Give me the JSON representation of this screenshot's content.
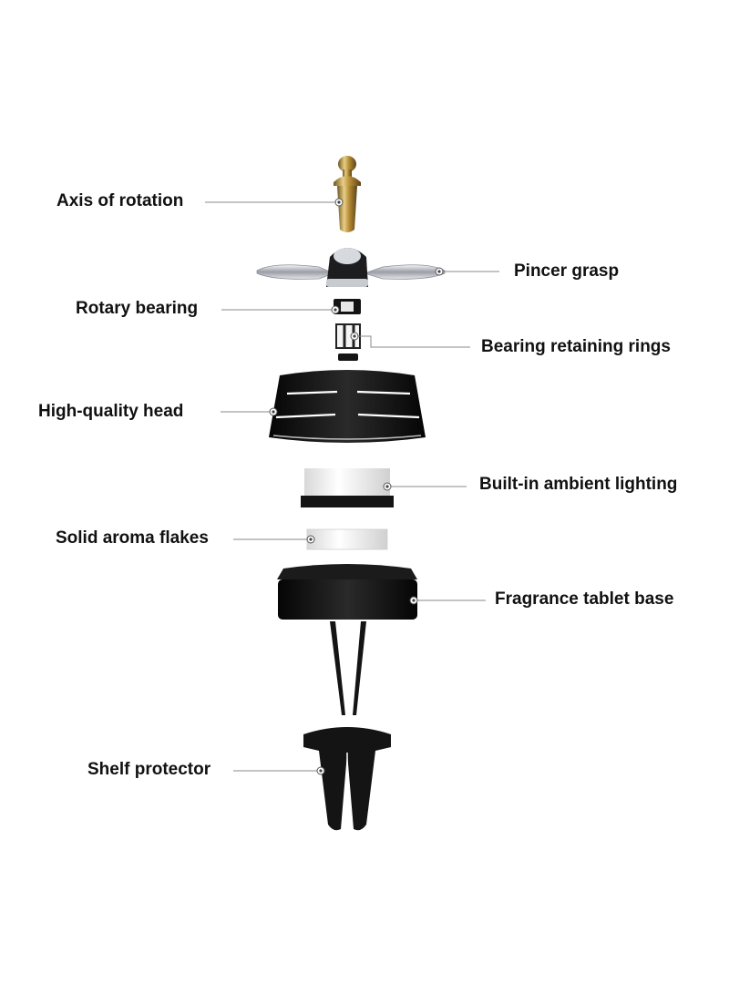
{
  "diagram": {
    "labels": {
      "axis_of_rotation": "Axis of rotation",
      "pincer_grasp": "Pincer grasp",
      "rotary_bearing": "Rotary bearing",
      "bearing_retaining_rings": "Bearing retaining rings",
      "high_quality_head": "High-quality head",
      "built_in_ambient_lighting": "Built-in ambient lighting",
      "solid_aroma_flakes": "Solid aroma flakes",
      "fragrance_tablet_base": "Fragrance tablet base",
      "shelf_protector": "Shelf protector"
    },
    "colors": {
      "gold": "#c9a24a",
      "chrome": "#b8bcc2",
      "black": "#111111",
      "white_part": "#f2f2f2",
      "leader_line": "#8a8a8a"
    }
  }
}
